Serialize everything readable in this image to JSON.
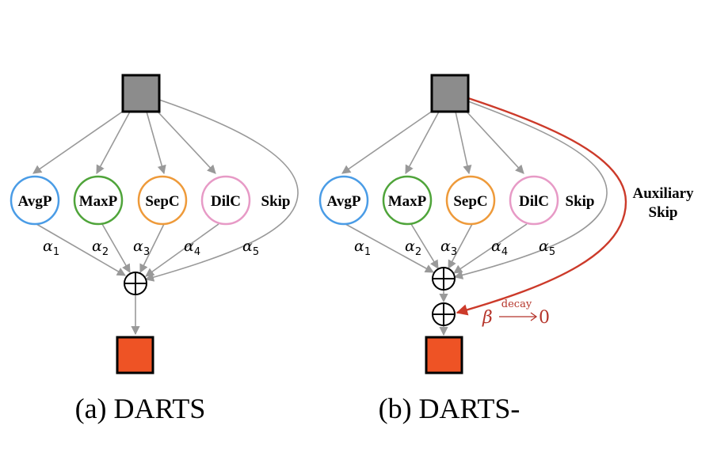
{
  "colors": {
    "input_node": "#8c8c8c",
    "output_node": "#ee5325",
    "edge": "#999999",
    "aux_skip": "#cc3a2a",
    "avgp": "#4a9ce6",
    "maxp": "#4fa43a",
    "sepc": "#ee9a3a",
    "dilc": "#e79ac6"
  },
  "panels": [
    {
      "caption": "(a) DARTS",
      "operations": [
        {
          "label": "AvgP",
          "color_key": "avgp",
          "weight": "α",
          "sub": "1"
        },
        {
          "label": "MaxP",
          "color_key": "maxp",
          "weight": "α",
          "sub": "2"
        },
        {
          "label": "SepC",
          "color_key": "sepc",
          "weight": "α",
          "sub": "3"
        },
        {
          "label": "DilC",
          "color_key": "dilc",
          "weight": "α",
          "sub": "4"
        },
        {
          "label": "Skip",
          "color_key": null,
          "weight": "α",
          "sub": "5"
        }
      ],
      "sum_symbol": "⊕"
    },
    {
      "caption": "(b) DARTS-",
      "operations": [
        {
          "label": "AvgP",
          "color_key": "avgp",
          "weight": "α",
          "sub": "1"
        },
        {
          "label": "MaxP",
          "color_key": "maxp",
          "weight": "α",
          "sub": "2"
        },
        {
          "label": "SepC",
          "color_key": "sepc",
          "weight": "α",
          "sub": "3"
        },
        {
          "label": "DilC",
          "color_key": "dilc",
          "weight": "α",
          "sub": "4"
        },
        {
          "label": "Skip",
          "color_key": null,
          "weight": "α",
          "sub": "5"
        }
      ],
      "sum_symbol": "⊕",
      "auxiliary": {
        "label_line1": "Auxiliary",
        "label_line2": "Skip",
        "coefficient": "β",
        "arrow_label": "decay",
        "target": "0"
      }
    }
  ]
}
